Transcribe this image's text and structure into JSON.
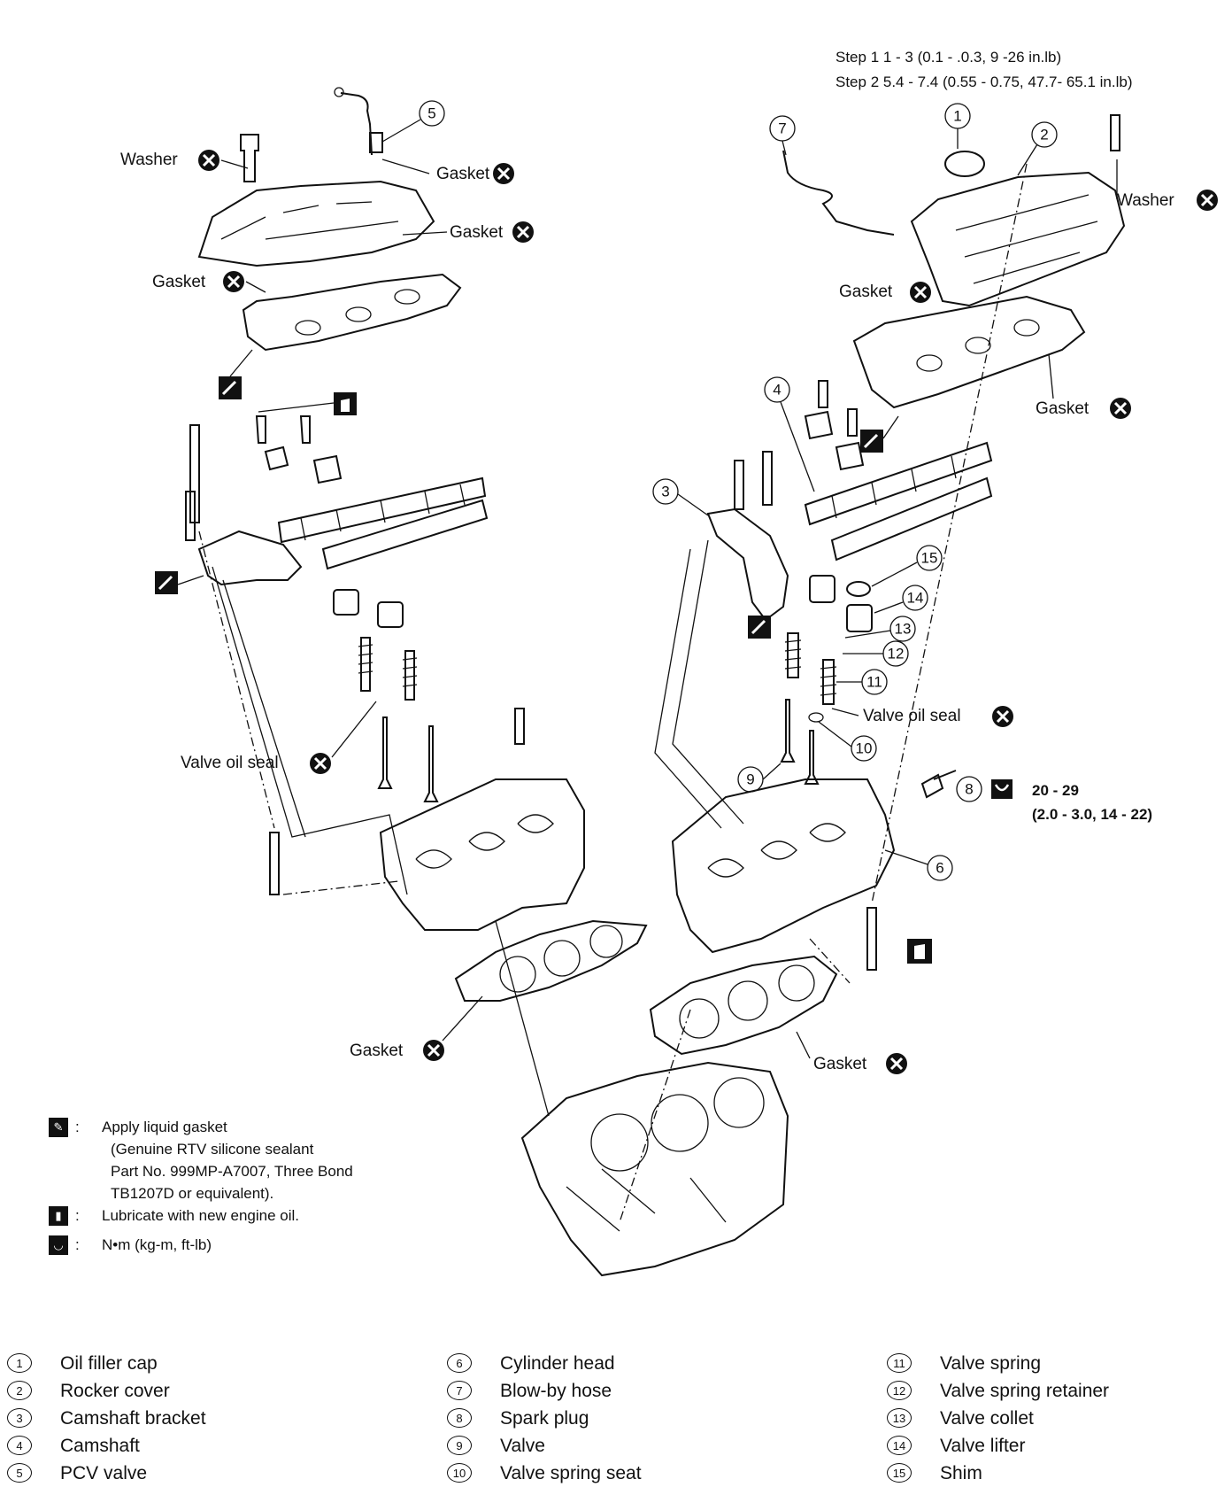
{
  "spec_top": {
    "step1": "Step 1 1 - 3 (0.1 - .0.3, 9 -26 in.lb)",
    "step2": "Step 2 5.4 - 7.4 (0.55 - 0.75, 47.7- 65.1 in.lb)"
  },
  "spark_plug_torque": {
    "line1": "20 - 29",
    "line2": "(2.0 - 3.0, 14 - 22)"
  },
  "callouts": {
    "washer": "Washer",
    "gasket": "Gasket",
    "valve_oil_seal": "Valve oil seal"
  },
  "numbers": {
    "n1": "1",
    "n2": "2",
    "n3": "3",
    "n4": "4",
    "n5": "5",
    "n6": "6",
    "n7": "7",
    "n8": "8",
    "n9": "9",
    "n10": "10",
    "n11": "11",
    "n12": "12",
    "n13": "13",
    "n14": "14",
    "n15": "15"
  },
  "legend": {
    "liquid_gasket": [
      "Apply liquid gasket",
      "(Genuine RTV silicone sealant",
      "Part No. 999MP-A7007, Three Bond",
      "TB1207D or equivalent)."
    ],
    "lubricate": "Lubricate with new engine oil.",
    "torque_units": "N•m (kg-m, ft-lb)"
  },
  "parts": [
    {
      "no": "1",
      "name": "Oil filler cap"
    },
    {
      "no": "2",
      "name": "Rocker cover"
    },
    {
      "no": "3",
      "name": "Camshaft bracket"
    },
    {
      "no": "4",
      "name": "Camshaft"
    },
    {
      "no": "5",
      "name": "PCV valve"
    },
    {
      "no": "6",
      "name": "Cylinder head"
    },
    {
      "no": "7",
      "name": "Blow-by hose"
    },
    {
      "no": "8",
      "name": "Spark plug"
    },
    {
      "no": "9",
      "name": "Valve"
    },
    {
      "no": "10",
      "name": "Valve spring seat"
    },
    {
      "no": "11",
      "name": "Valve spring"
    },
    {
      "no": "12",
      "name": "Valve spring retainer"
    },
    {
      "no": "13",
      "name": "Valve collet"
    },
    {
      "no": "14",
      "name": "Valve lifter"
    },
    {
      "no": "15",
      "name": "Shim"
    }
  ]
}
